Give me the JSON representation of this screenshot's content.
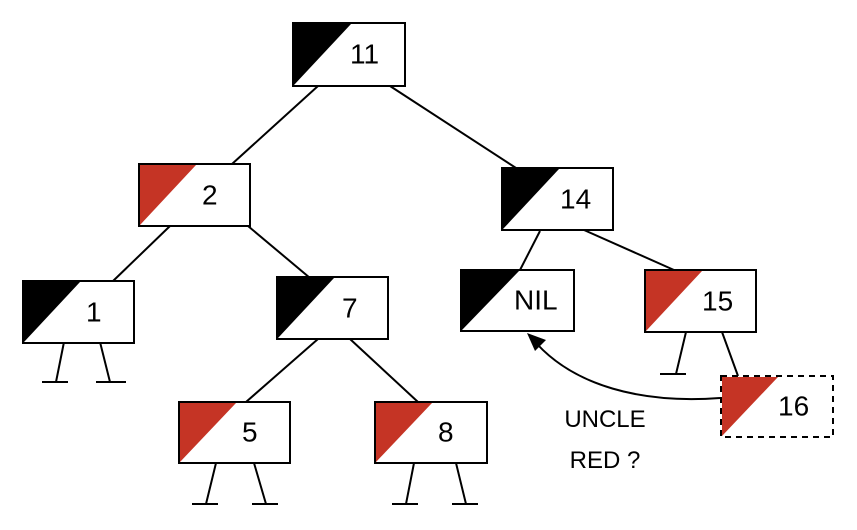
{
  "colors": {
    "black": "#000000",
    "red": "#c53425"
  },
  "nodes": {
    "n11": {
      "label": "11",
      "color": "black"
    },
    "n2": {
      "label": "2",
      "color": "red"
    },
    "n14": {
      "label": "14",
      "color": "black"
    },
    "n1": {
      "label": "1",
      "color": "black"
    },
    "n7": {
      "label": "7",
      "color": "black"
    },
    "nNil": {
      "label": "NIL",
      "color": "black"
    },
    "n15": {
      "label": "15",
      "color": "red"
    },
    "n5": {
      "label": "5",
      "color": "red"
    },
    "n8": {
      "label": "8",
      "color": "red"
    },
    "n16": {
      "label": "16",
      "color": "red",
      "pending": true
    }
  },
  "annotation": {
    "line1": "UNCLE",
    "line2": "RED ?"
  }
}
